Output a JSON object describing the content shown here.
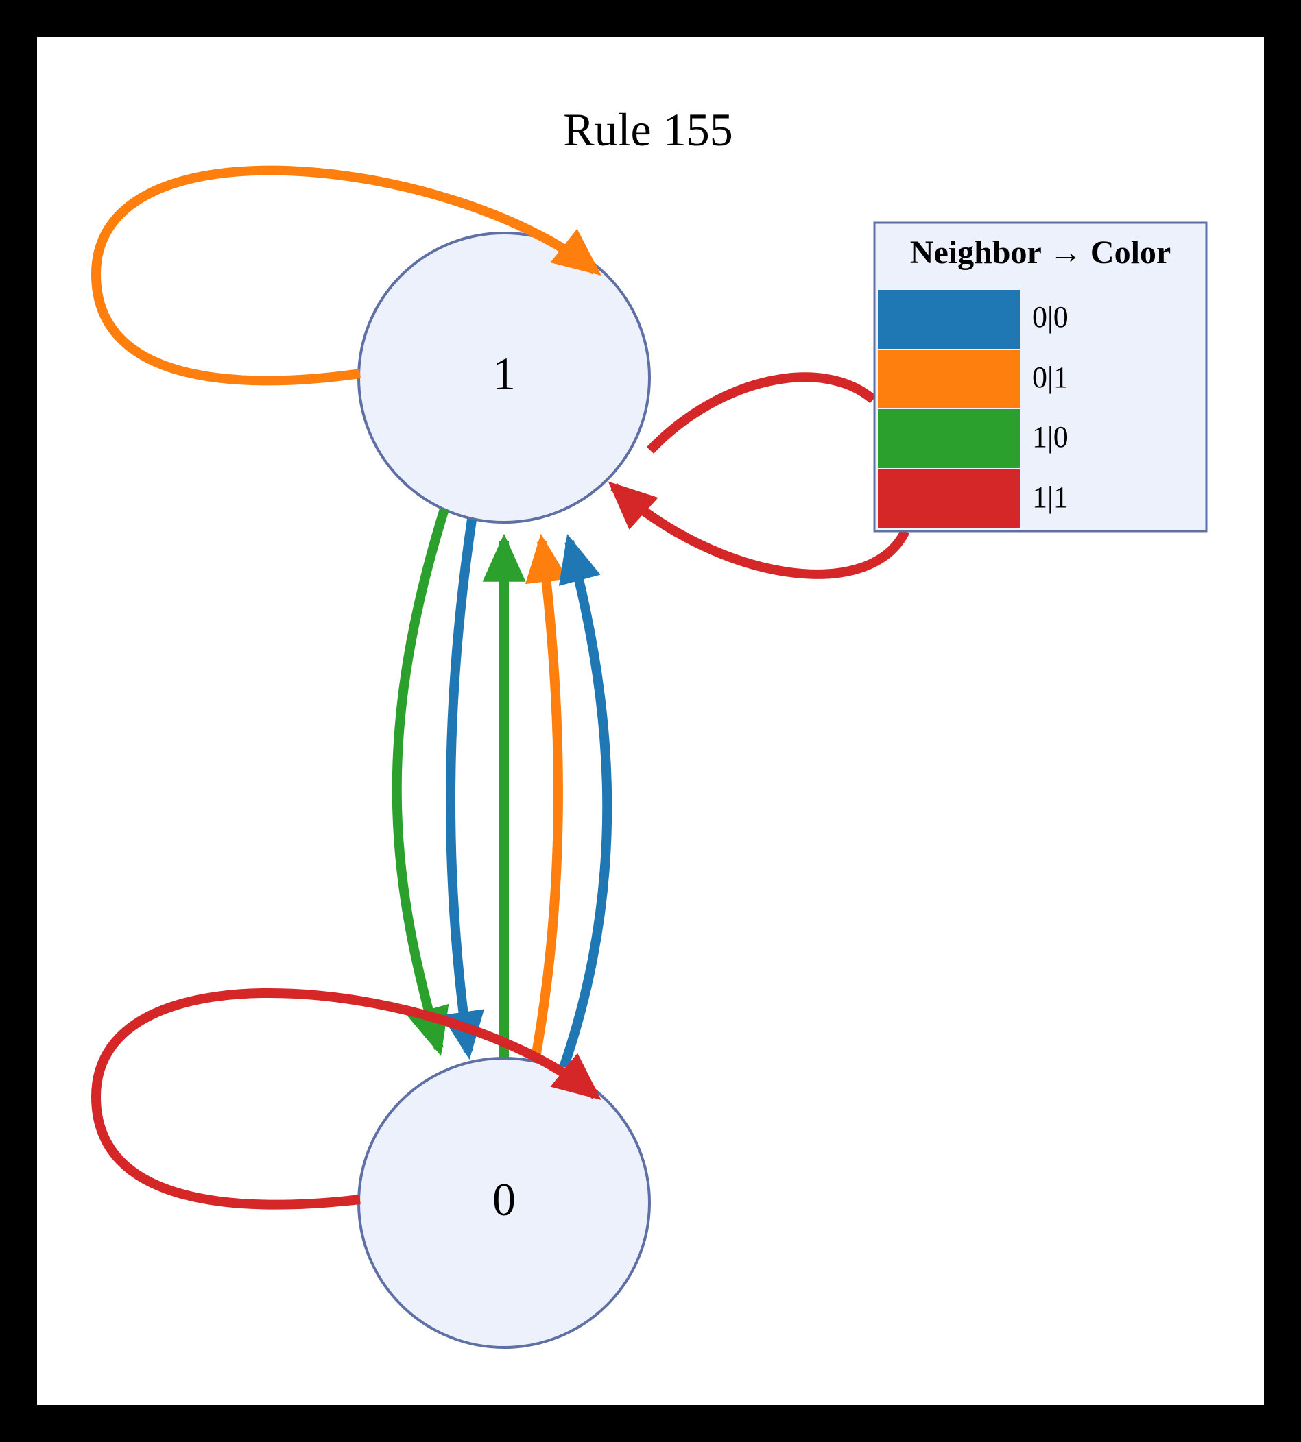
{
  "title": "Rule 155",
  "colors": {
    "node_fill": "#edf1fb",
    "node_stroke": "#5f70a6",
    "legend_fill": "#edf1fb",
    "legend_stroke": "#5f70a6",
    "c00": "#1f77b4",
    "c01": "#ff7f0e",
    "c10": "#2ca02c",
    "c11": "#d62728"
  },
  "nodes": [
    {
      "id": "1",
      "label": "1"
    },
    {
      "id": "0",
      "label": "0"
    }
  ],
  "edges": [
    {
      "from": "1",
      "to": "1",
      "neighbor": "0|1"
    },
    {
      "from": "1",
      "to": "1",
      "neighbor": "1|1"
    },
    {
      "from": "1",
      "to": "0",
      "neighbor": "1|0"
    },
    {
      "from": "1",
      "to": "0",
      "neighbor": "0|0"
    },
    {
      "from": "0",
      "to": "1",
      "neighbor": "1|0"
    },
    {
      "from": "0",
      "to": "1",
      "neighbor": "0|1"
    },
    {
      "from": "0",
      "to": "1",
      "neighbor": "0|0"
    },
    {
      "from": "0",
      "to": "0",
      "neighbor": "1|1"
    }
  ],
  "legend": {
    "title": "Neighbor → Color",
    "items": [
      {
        "label": "0|0",
        "color": "#1f77b4"
      },
      {
        "label": "0|1",
        "color": "#ff7f0e"
      },
      {
        "label": "1|0",
        "color": "#2ca02c"
      },
      {
        "label": "1|1",
        "color": "#d62728"
      }
    ]
  }
}
